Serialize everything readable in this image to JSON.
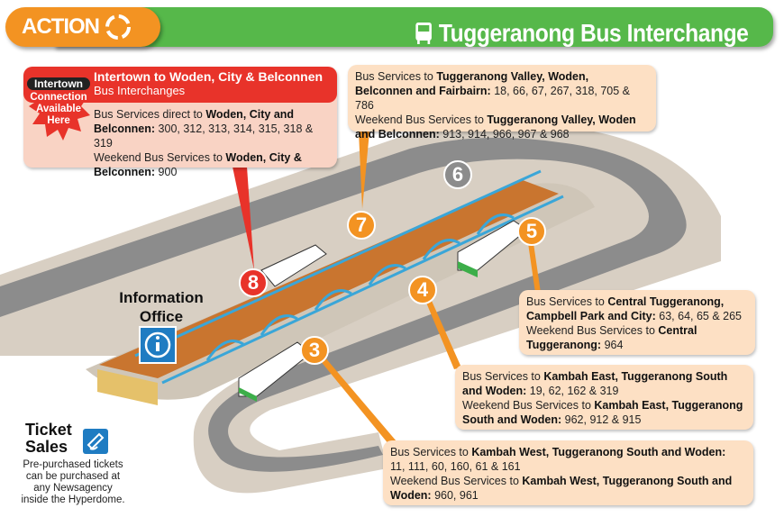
{
  "header": {
    "brand": "ACTION",
    "title": "Tuggeranong Bus Interchange",
    "brand_color": "#f39322",
    "title_bar_color": "#56b84a"
  },
  "platforms": {
    "p8": {
      "number": "8",
      "badge": "Intertown",
      "badge_lines": [
        "Connection",
        "Available",
        "Here"
      ],
      "heading": "Intertown to Woden, City & Belconnen",
      "subheading": "Bus Interchanges",
      "line1_prefix": "Bus Services direct to ",
      "line1_bold": "Woden, City and Belconnen:",
      "line1_routes": " 300, 312, 313, 314, 315, 318 & 319",
      "line2_prefix": "Weekend Bus Services to ",
      "line2_bold": "Woden, City & Belconnen:",
      "line2_routes": " 900"
    },
    "p7": {
      "number": "7",
      "line1_prefix": "Bus Services to ",
      "line1_bold": "Tuggeranong Valley, Woden, Belconnen and Fairbairn:",
      "line1_routes": " 18, 66, 67, 267, 318, 705 & 786",
      "line2_prefix": "Weekend Bus Services to ",
      "line2_bold": "Tuggeranong Valley, Woden and Belconnen:",
      "line2_routes": " 913, 914, 966, 967 & 968"
    },
    "p6": {
      "number": "6"
    },
    "p5": {
      "number": "5",
      "line1_prefix": "Bus Services to ",
      "line1_bold": "Central Tuggeranong, Campbell Park and City:",
      "line1_routes": " 63, 64, 65 & 265",
      "line2_prefix": "Weekend Bus Services to ",
      "line2_bold": "Central Tuggeranong:",
      "line2_routes": " 964"
    },
    "p4": {
      "number": "4",
      "line1_prefix": "Bus Services to ",
      "line1_bold": "Kambah East, Tuggeranong South and Woden:",
      "line1_routes": " 19, 62, 162 & 319",
      "line2_prefix": "Weekend Bus Services to ",
      "line2_bold": "Kambah East, Tuggeranong South and Woden:",
      "line2_routes": " 962, 912 & 915"
    },
    "p3": {
      "number": "3",
      "line1_prefix": "Bus Services to ",
      "line1_bold": "Kambah West, Tuggeranong South and Woden:",
      "line1_routes": " 11, 111, 60, 160, 61 & 161",
      "line2_prefix": "Weekend Bus Services to ",
      "line2_bold": "Kambah West, Tuggeranong South and Woden:",
      "line2_routes": " 960, 961"
    }
  },
  "info_office": {
    "label": "Information Office",
    "icon": "info-icon"
  },
  "tickets": {
    "title_line1": "Ticket",
    "title_line2": "Sales",
    "description": "Pre-purchased tickets can be purchased at any Newsagency inside the Hyperdome.",
    "icon": "ticket-icon"
  }
}
